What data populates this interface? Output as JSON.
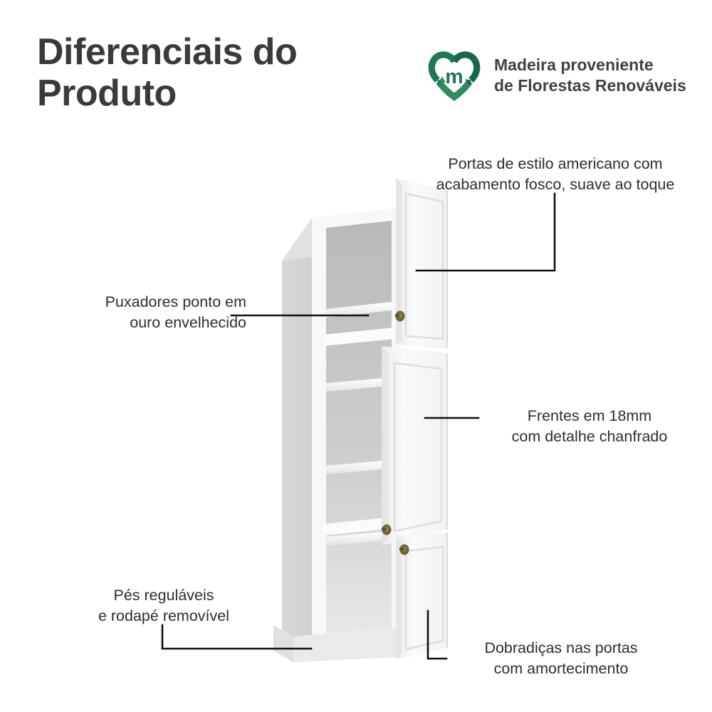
{
  "header": {
    "title": "Diferenciais do\nProduto",
    "seal": {
      "icon": "recycling-heart-logo",
      "text": "Madeira proveniente\nde Florestas Renováveis",
      "color": "#1c7a52",
      "monogram": "m"
    }
  },
  "callouts": [
    {
      "id": "doors",
      "text": "Portas de estilo americano com\nacabamento fosco, suave ao toque",
      "align": "center",
      "target": "upper-door"
    },
    {
      "id": "handles",
      "text": "Puxadores ponto em\nouro envelhecido",
      "align": "right",
      "target": "door-knob"
    },
    {
      "id": "fronts",
      "text": "Frentes em 18mm\ncom detalhe chanfrado",
      "align": "center",
      "target": "middle-door"
    },
    {
      "id": "feet",
      "text": "Pés reguláveis\ne rodapé removível",
      "align": "center",
      "target": "plinth"
    },
    {
      "id": "hinges",
      "text": "Dobradiças nas portas\ncom amortecimento",
      "align": "center",
      "target": "lower-door-hinge"
    }
  ],
  "illustration": {
    "name": "tall-pantry-cabinet",
    "doors": 3,
    "knobs": 3,
    "shelves": 4,
    "colors": {
      "background": "#ffffff",
      "body_front": "#fbfbfb",
      "body_side": "#d2d4d3",
      "body_top": "#dcdedd",
      "interior_back": "#c3c5c4",
      "interior_shelf": "#eef0ef",
      "door_face": "#f7f7f7",
      "door_edge": "#e2e3e2",
      "plinth": "#e7e8e7",
      "knob": "#6f6338",
      "leader_line": "#111111",
      "text": "#2e2e2e",
      "title": "#3a3a3a"
    }
  }
}
